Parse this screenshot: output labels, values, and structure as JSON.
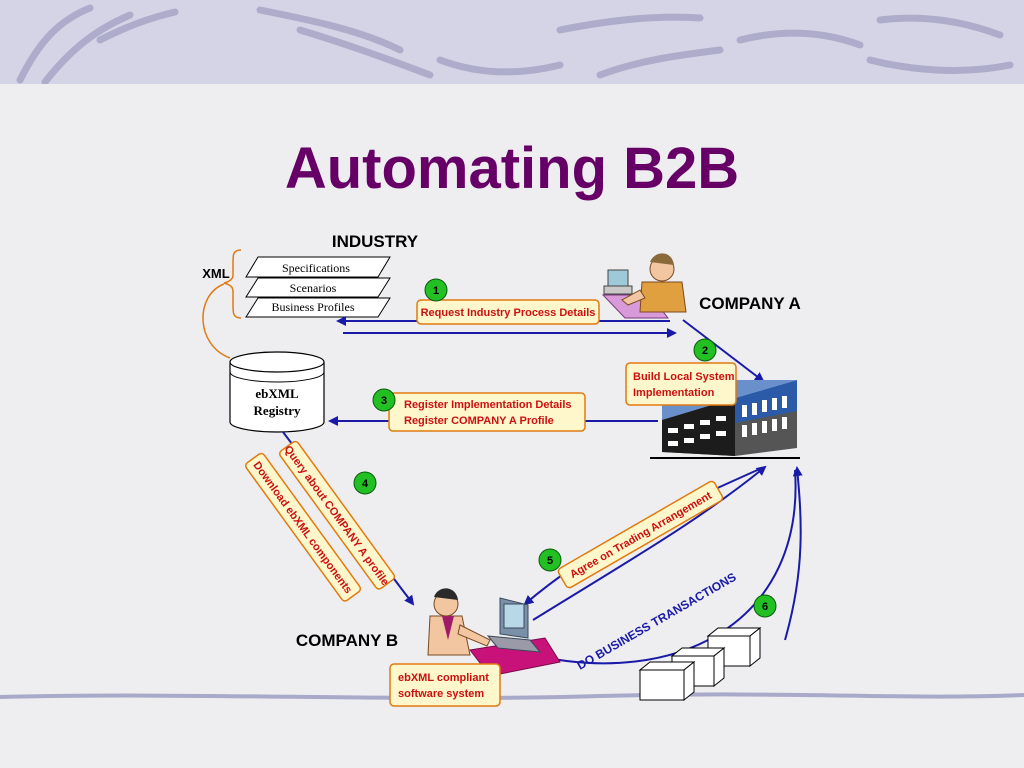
{
  "slide": {
    "title": "Automating B2B"
  },
  "labels": {
    "industry": "INDUSTRY",
    "xml": "XML",
    "company_a": "COMPANY A",
    "company_b": "COMPANY B",
    "registry_line1": "ebXML",
    "registry_line2": "Registry"
  },
  "documents": [
    "Specifications",
    "Scenarios",
    "Business Profiles"
  ],
  "steps": [
    {
      "number": "1",
      "lines": [
        "Request Industry Process Details"
      ]
    },
    {
      "number": "2",
      "lines": [
        "Build Local System",
        "Implementation"
      ]
    },
    {
      "number": "3",
      "lines": [
        "Register Implementation Details",
        "Register COMPANY A  Profile"
      ]
    },
    {
      "number": "4",
      "lines": [
        "Query about COMPANY A profile",
        "Download ebXML components"
      ]
    },
    {
      "number": "5",
      "lines": [
        "Agree on Trading Arrangement"
      ]
    },
    {
      "number": "6",
      "lines": [
        "DO BUSINESS TRANSACTIONS"
      ]
    }
  ],
  "software_box": [
    "ebXML compliant",
    "software system"
  ],
  "colors": {
    "title": "#660066",
    "arrow": "#1a1aa8",
    "callout_border": "#e07a10",
    "callout_fill": "#fff7cc",
    "callout_text": "#cc1010",
    "step_circle": "#22c022",
    "header_band": "#d4d4e6"
  },
  "icons": [
    "person-at-computer-icon",
    "office-building-icon",
    "database-cylinder-icon",
    "server-boxes-icon"
  ]
}
